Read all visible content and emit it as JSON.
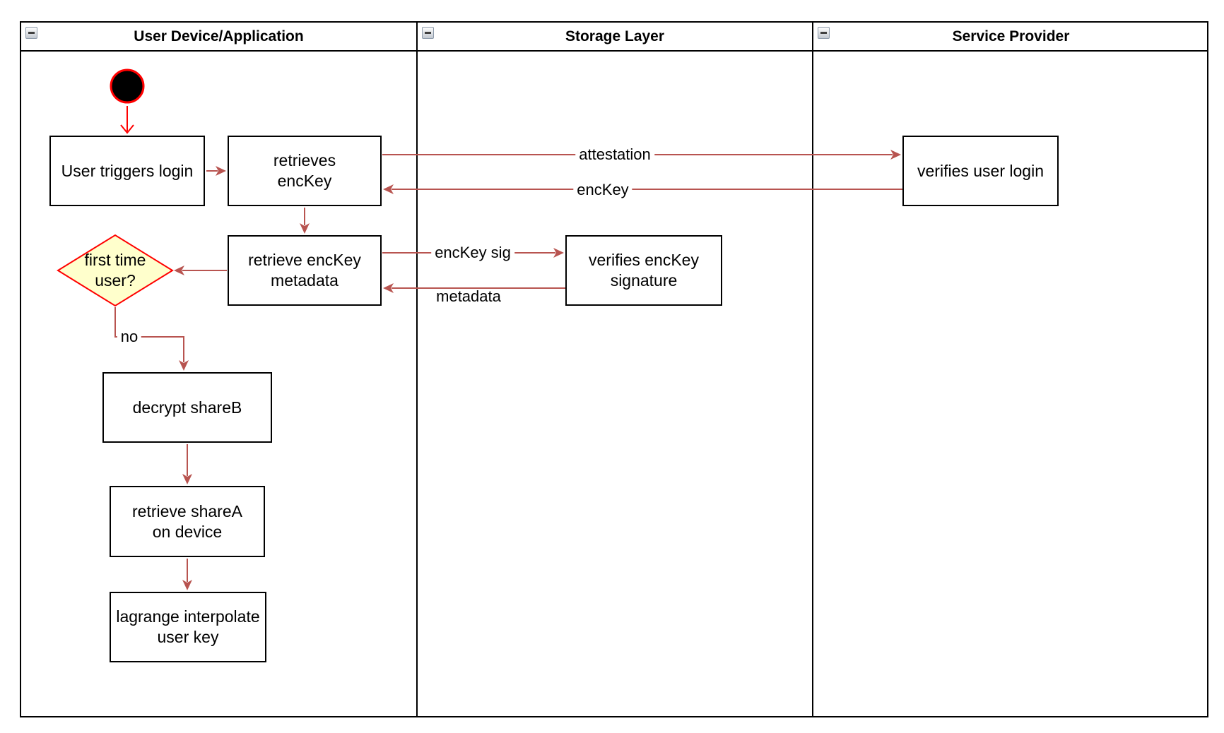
{
  "lanes": [
    {
      "title": "User Device/Application"
    },
    {
      "title": "Storage Layer"
    },
    {
      "title": "Service Provider"
    }
  ],
  "icons": {
    "lane_collapse": "minus-square-icon",
    "start_node": "filled-circle-initial-node"
  },
  "nodes": {
    "user_triggers_login": {
      "label": "User triggers login"
    },
    "retrieves_enckey": {
      "label": "retrieves\nencKey"
    },
    "verifies_user_login": {
      "label": "verifies user login"
    },
    "retrieve_enckey_metadata": {
      "label": "retrieve encKey\nmetadata"
    },
    "verifies_enckey_signature": {
      "label": "verifies encKey\nsignature"
    },
    "first_time_user": {
      "label": "first time\nuser?"
    },
    "decrypt_shareb": {
      "label": "decrypt shareB"
    },
    "retrieve_sharea": {
      "label": "retrieve shareA\non device"
    },
    "lagrange_interpolate": {
      "label": "lagrange interpolate\nuser key"
    }
  },
  "edge_labels": {
    "attestation": "attestation",
    "enckey": "encKey",
    "enckey_sig": "encKey sig",
    "metadata": "metadata",
    "no": "no"
  },
  "colors": {
    "edge_red": "#b85450",
    "highlight_red": "#ff0000",
    "decision_fill": "#ffffcc",
    "node_fill": "#ffffff",
    "node_border": "#000000",
    "lane_border": "#000000"
  }
}
